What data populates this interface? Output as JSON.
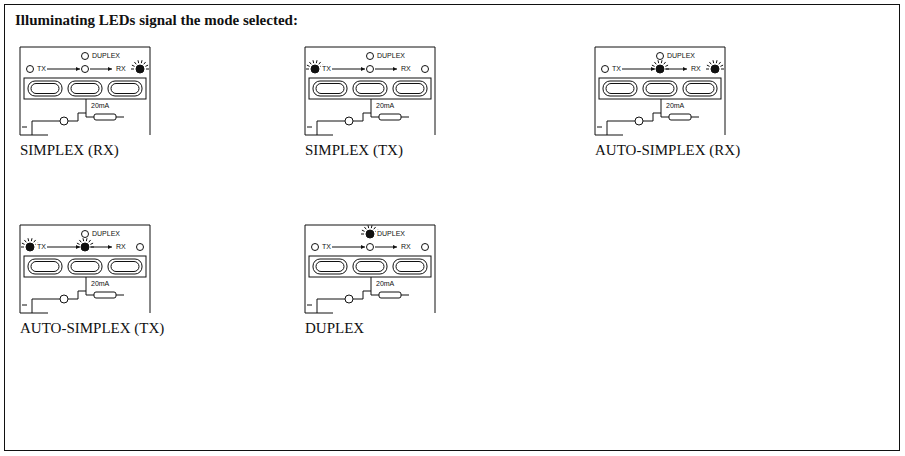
{
  "diagram": {
    "title": "Illuminating LEDs signal the mode selected:",
    "labels": [
      "DUPLEX",
      "TX",
      "RX",
      "20mA",
      "SIMPLEX (RX)",
      "DUPLEX",
      "TX",
      "RX",
      "20mA",
      "SIMPLEX (TX)",
      "DUPLEX",
      "TX",
      "RX",
      "20mA",
      "AUTO-SIMPLEX (RX)",
      "DUPLEX",
      "TX",
      "RX",
      "20mA",
      "AUTO-SIMPLEX (TX)",
      "DUPLEX",
      "TX",
      "RX",
      "20mA",
      "DUPLEX"
    ]
  }
}
